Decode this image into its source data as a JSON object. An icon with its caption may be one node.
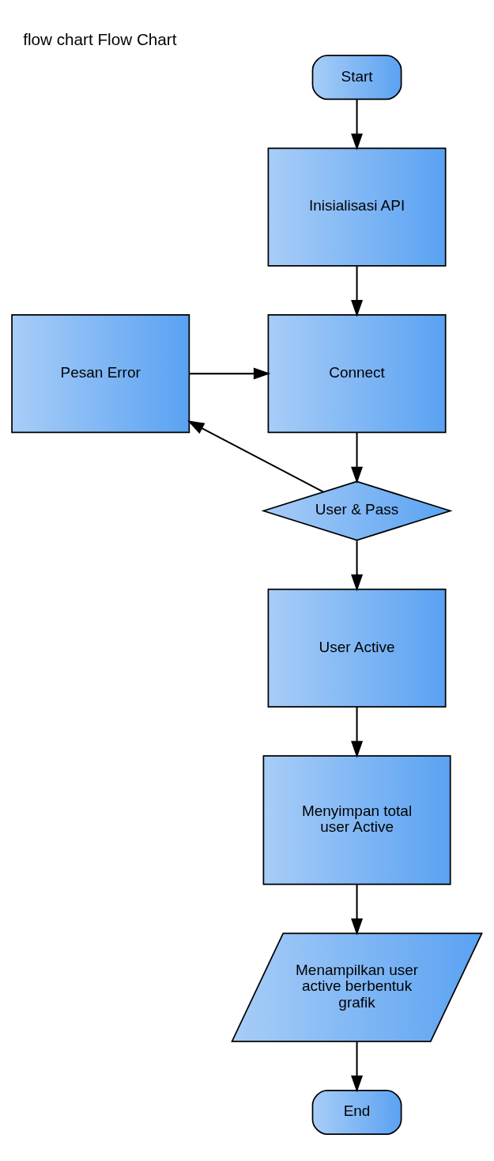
{
  "diagram": {
    "title": "flow chart Flow Chart",
    "nodes": [
      {
        "text": [
          "Start"
        ]
      },
      {
        "text": [
          "Inisialisasi API"
        ]
      },
      {
        "text": [
          "Connect"
        ]
      },
      {
        "text": [
          "Pesan Error"
        ]
      },
      {
        "text": [
          "User & Pass"
        ]
      },
      {
        "text": [
          "User Active"
        ]
      },
      {
        "text": [
          "Menyimpan total user Active"
        ]
      },
      {
        "text": [
          "Menampilkan user active berbentuk grafik"
        ]
      },
      {
        "text": [
          "End"
        ]
      }
    ],
    "edges": [
      {
        "from": 0,
        "to": 1,
        "arrow": "to"
      },
      {
        "from": 1,
        "to": 2,
        "arrow": "to"
      },
      {
        "from": 2,
        "to": 4,
        "arrow": "to"
      },
      {
        "from": 4,
        "to": 3,
        "arrow": "to"
      },
      {
        "from": 3,
        "to": 2,
        "arrow": "to"
      },
      {
        "from": 4,
        "to": 5,
        "arrow": "to"
      },
      {
        "from": 5,
        "to": 6,
        "arrow": "to"
      },
      {
        "from": 6,
        "to": 7,
        "arrow": "to"
      },
      {
        "from": 7,
        "to": 8,
        "arrow": "to"
      }
    ]
  }
}
